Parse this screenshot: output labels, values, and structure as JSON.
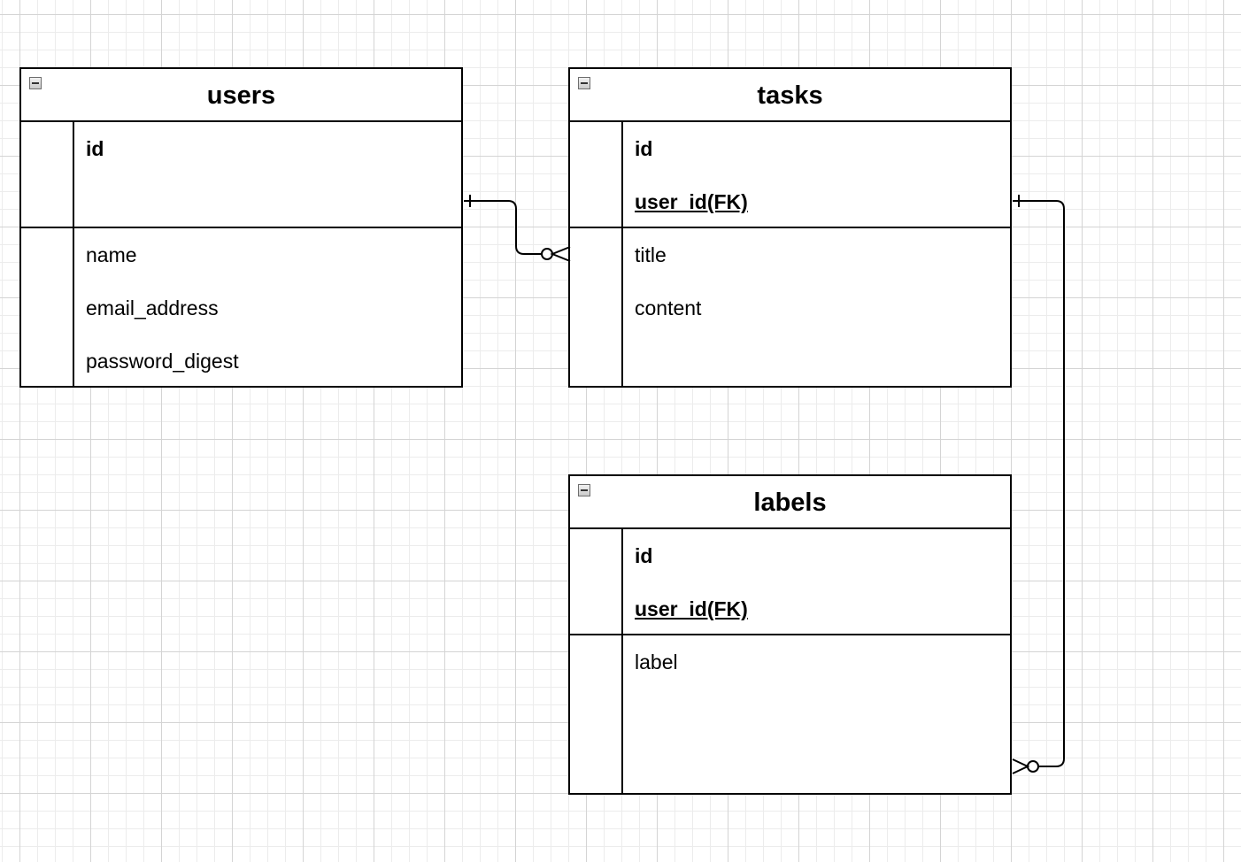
{
  "diagram": {
    "entities": {
      "users": {
        "title": "users",
        "pk_fields": [
          "id",
          ""
        ],
        "attr_fields": [
          "name",
          "email_address",
          "password_digest"
        ]
      },
      "tasks": {
        "title": "tasks",
        "pk_fields": [
          "id",
          "user_id(FK)"
        ],
        "attr_fields": [
          "title",
          "content"
        ]
      },
      "labels": {
        "title": "labels",
        "pk_fields": [
          "id",
          "user_id(FK)"
        ],
        "attr_fields": [
          "label"
        ]
      }
    },
    "relationships": [
      {
        "from": "users",
        "to": "tasks",
        "from_cardinality": "exactly-one",
        "to_cardinality": "zero-or-many"
      },
      {
        "from": "tasks",
        "to": "labels",
        "from_cardinality": "exactly-one",
        "to_cardinality": "zero-or-many"
      }
    ],
    "colors": {
      "line": "#000000",
      "grid_major": "#d4d4d4",
      "grid_minor": "#ececec",
      "background": "#ffffff"
    }
  }
}
